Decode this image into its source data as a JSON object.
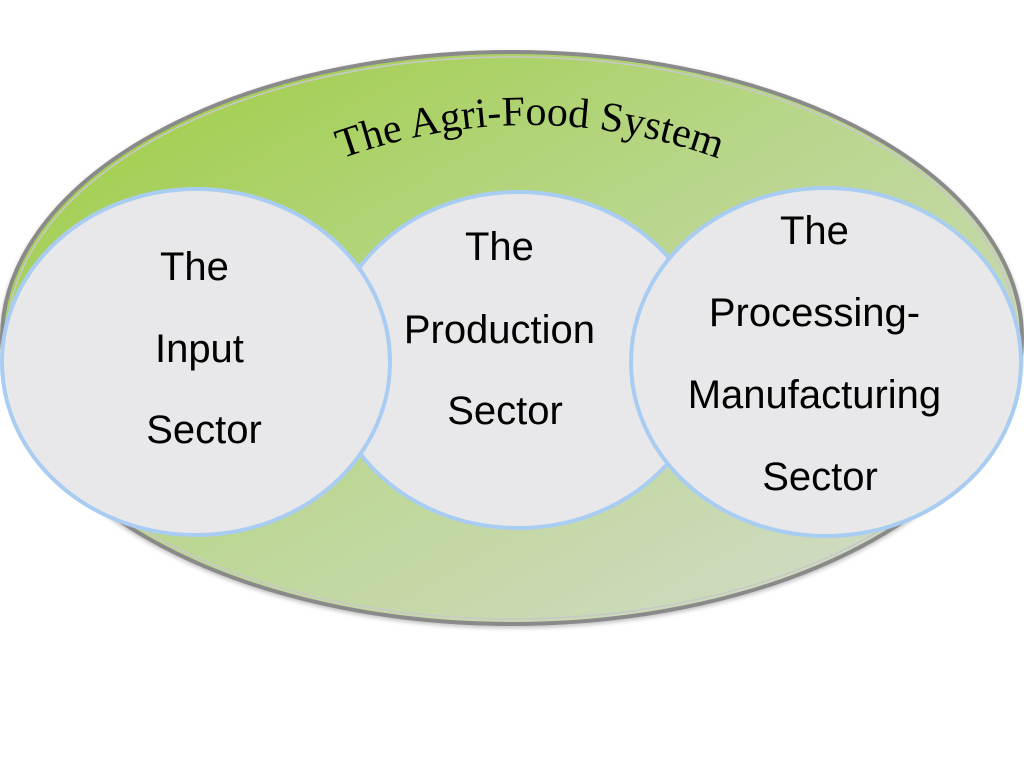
{
  "diagram": {
    "title": "The Agri-Food System",
    "sectors": [
      {
        "lines": [
          "The",
          "Input",
          "Sector"
        ]
      },
      {
        "lines": [
          "The",
          "Production",
          "Sector"
        ]
      },
      {
        "lines": [
          "The",
          "Processing-",
          "Manufacturing",
          "Sector"
        ]
      }
    ]
  },
  "colors": {
    "outer_fill_start": "#9ccc3c",
    "outer_fill_end": "#d6dcd2",
    "outer_stroke": "#8a8a8a",
    "inner_fill": "#e8e8ea",
    "inner_stroke": "#a9cdf2",
    "text": "#000000"
  }
}
